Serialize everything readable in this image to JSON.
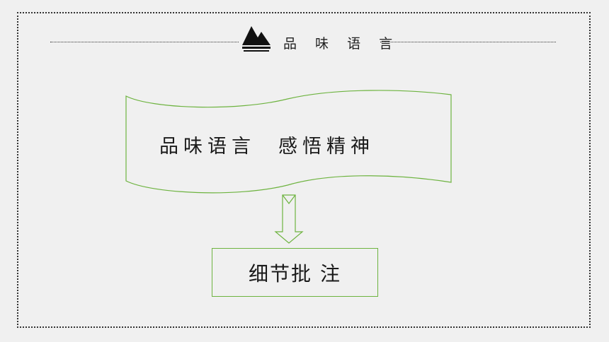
{
  "header": {
    "title": "品 味 语 言",
    "logo_icon": "mountain-icon"
  },
  "banner": {
    "left_text": "品味语言",
    "right_text": "感悟精神"
  },
  "arrow_icon": "down-arrow-icon",
  "box": {
    "label": "细节批 注"
  },
  "colors": {
    "accent_green": "#6db33f",
    "frame": "#333333",
    "background": "#f0f0f0"
  }
}
